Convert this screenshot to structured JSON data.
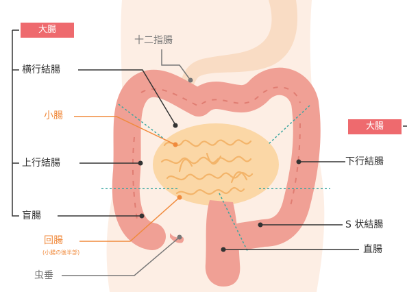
{
  "labels": {
    "daichou_left": "大腸",
    "daichou_right": "大腸",
    "juunishichou": "十二指腸",
    "oukou_ketchou": "横行結腸",
    "shouchou": "小腸",
    "joukou_ketchou": "上行結腸",
    "mouchou": "盲腸",
    "kaichou": "回腸",
    "kaichou_note": "(小腸の後半部)",
    "chuusui": "虫垂",
    "kakou_ketchou": "下行結腸",
    "s_ketchou": "S 状結腸",
    "chokuchou": "直腸"
  },
  "colors": {
    "badge": "#ee6a6e",
    "skin": "#fdeee4",
    "colon": "#f0a095",
    "colon_dark": "#e07d72",
    "small_intestine": "#fbd7a6",
    "small_intestine_line": "#f3b46a",
    "stomach": "#f9dcc4",
    "accent_orange": "#f08a3c",
    "divider_teal": "#3aa6a0",
    "leader_dark": "#333333",
    "leader_gray": "#777777"
  }
}
